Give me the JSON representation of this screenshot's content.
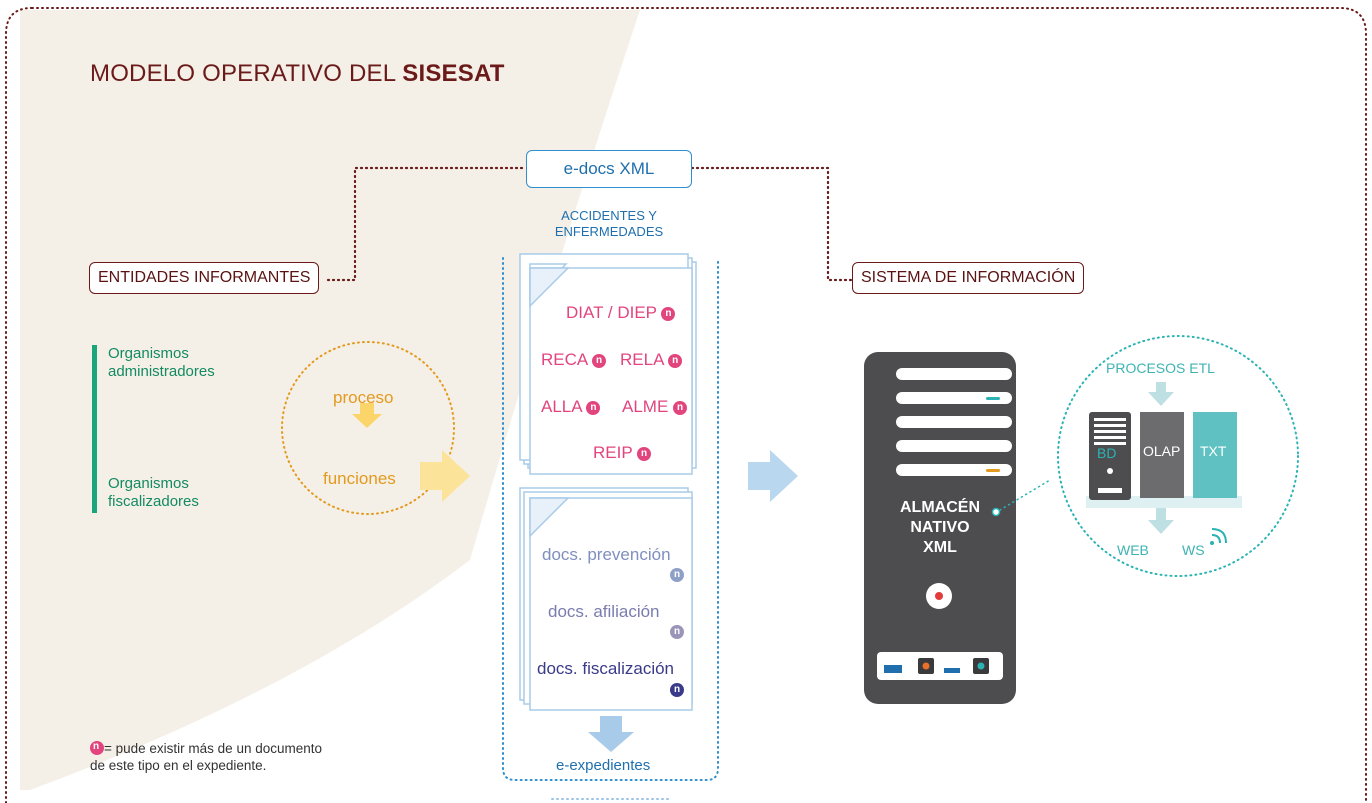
{
  "title": {
    "prefix": "MODELO OPERATIVO DEL ",
    "bold": "SISESAT"
  },
  "edocs_label": "e-docs XML",
  "entidades_label": "ENTIDADES INFORMANTES",
  "sistema_label": "SISTEMA DE INFORMACIÓN",
  "accidentes": {
    "line1": "ACCIDENTES Y",
    "line2": "ENFERMEDADES"
  },
  "organismos": [
    {
      "line1": "Organismos",
      "line2": "administradores"
    },
    {
      "line1": "Organismos",
      "line2": "fiscalizadores"
    }
  ],
  "proceso": {
    "top": "proceso",
    "bottom": "funciones"
  },
  "docs_accidentes": {
    "diat": "DIAT / DIEP",
    "reca": "RECA",
    "rela": "RELA",
    "alla": "ALLA",
    "alme": "ALME",
    "reip": "REIP"
  },
  "docs_otros": {
    "prevencion": "docs. prevención",
    "afiliacion": "docs. afiliación",
    "fiscalizacion": "docs. fiscalización"
  },
  "n_symbol": "n",
  "expedientes_label": "e-expedientes",
  "server": {
    "line1": "ALMACÉN",
    "line2": "NATIVO",
    "line3": "XML"
  },
  "etl": {
    "title": "PROCESOS ETL",
    "bd": "BD",
    "olap": "OLAP",
    "txt": "TXT",
    "web": "WEB",
    "ws": "WS"
  },
  "legend": {
    "line1": "= pude existir más de un documento",
    "line2": "de este tipo en el expediente."
  },
  "colors": {
    "title": "#6b1a1a",
    "blue": "#1f6fae",
    "pink": "#e2457d",
    "green": "#138a62",
    "orange": "#e39a1f",
    "teal": "#3fb3b3",
    "server": "#4d4d4f",
    "beige": "#f4efe6"
  }
}
